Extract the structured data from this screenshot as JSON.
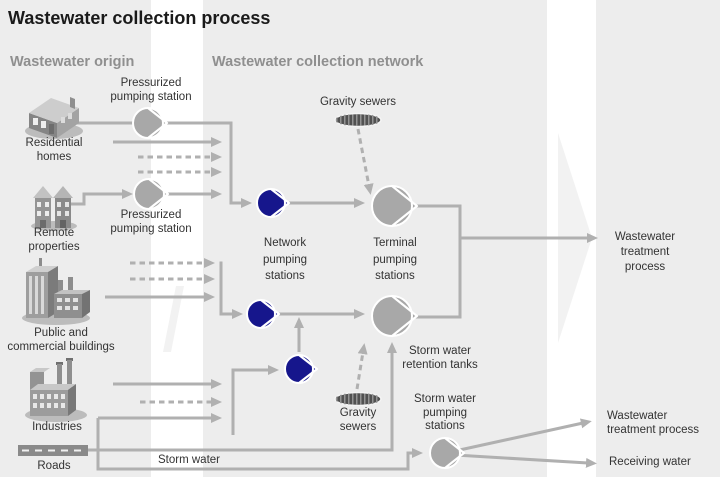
{
  "title": "Wastewater collection process",
  "sections": {
    "origin": "Wastewater origin",
    "network": "Wastewater collection network"
  },
  "labels": {
    "pressurized1": "Pressurized\npumping station",
    "pressurized2": "Pressurized\npumping station",
    "residential": "Residential\nhomes",
    "remote": "Remote\nproperties",
    "public": "Public and\ncommercial buildings",
    "industries": "Industries",
    "roads": "Roads",
    "network_pumps": "Network\npumping\nstations",
    "terminal_pumps": "Terminal\npumping\nstations",
    "gravity_top": "Gravity sewers",
    "gravity_bottom": "Gravity\nsewers",
    "retention_tanks": "Storm water\nretention tanks",
    "storm_pumps": "Storm water\npumping\nstations",
    "storm_water": "Storm water",
    "out_treatment_main": "Wastewater\ntreatment\nprocess",
    "out_treatment_storm": "Wastewater\ntreatment process",
    "out_receiving": "Receiving water"
  },
  "colors": {
    "line_gray": "#b0b0b0",
    "pump_gray": "#a8a8a8",
    "pump_blue": "#16168c",
    "section_gray": "#8f8f8f",
    "title_color": "#1a1a1a",
    "label_color": "#333333"
  }
}
